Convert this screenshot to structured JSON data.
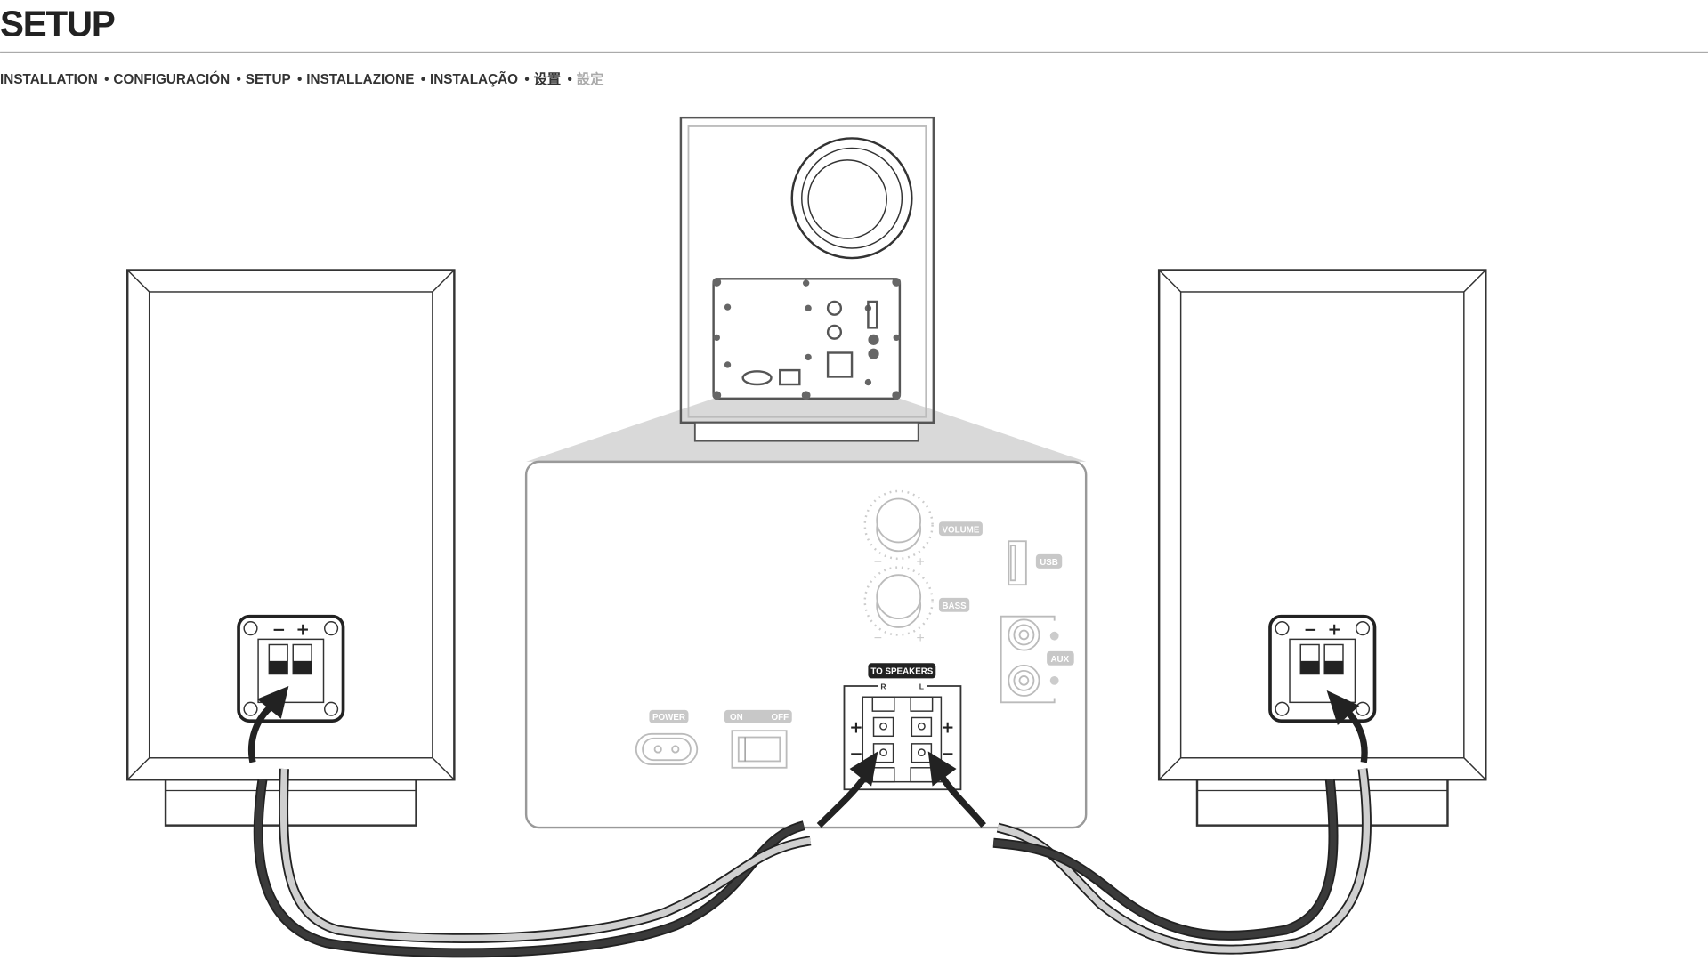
{
  "header": {
    "title": "SETUP",
    "languages": [
      "INSTALLATION",
      "CONFIGURACIÓN",
      "SETUP",
      "INSTALLAZIONE",
      "INSTALAÇÃO",
      "设置",
      "設定"
    ],
    "separator": "•"
  },
  "diagram": {
    "labels": {
      "volume": "VOLUME",
      "bass": "BASS",
      "usb": "USB",
      "aux": "AUX",
      "to_speakers": "TO SPEAKERS",
      "channel_r": "R",
      "channel_l": "L",
      "power": "POWER",
      "on": "ON",
      "off": "OFF",
      "plus": "+",
      "minus": "−"
    },
    "colors": {
      "wire_dark": "#3a3a3a",
      "wire_light": "#d0d0d0",
      "zoom_cone": "#d9d9d9",
      "label_pill": "#c8c8c8"
    }
  }
}
